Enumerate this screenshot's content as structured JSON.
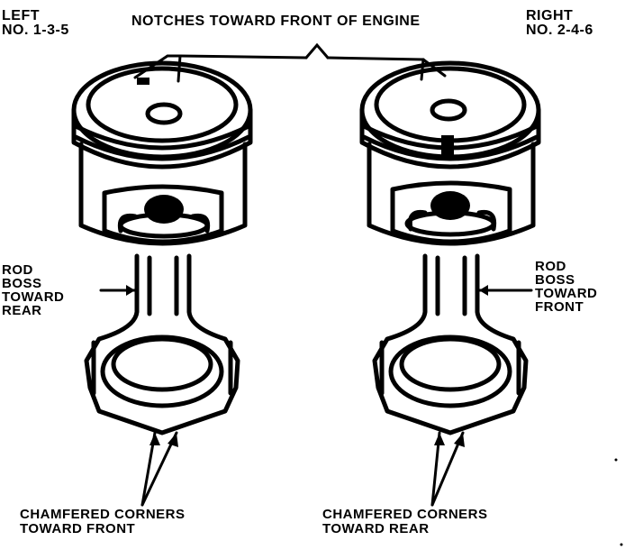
{
  "labels": {
    "left_title": "LEFT",
    "left_numbers": "NO. 1-3-5",
    "right_title": "RIGHT",
    "right_numbers": "NO. 2-4-6",
    "notches": "NOTCHES TOWARD FRONT OF ENGINE",
    "left_rod": [
      "ROD",
      "BOSS",
      "TOWARD",
      "REAR"
    ],
    "right_rod": [
      "ROD",
      "BOSS",
      "TOWARD",
      "FRONT"
    ],
    "left_chamfer": [
      "CHAMFERED CORNERS",
      "TOWARD FRONT"
    ],
    "right_chamfer": [
      "CHAMFERED CORNERS",
      "TOWARD REAR"
    ]
  },
  "colors": {
    "ink": "#000000",
    "paper": "#ffffff"
  }
}
